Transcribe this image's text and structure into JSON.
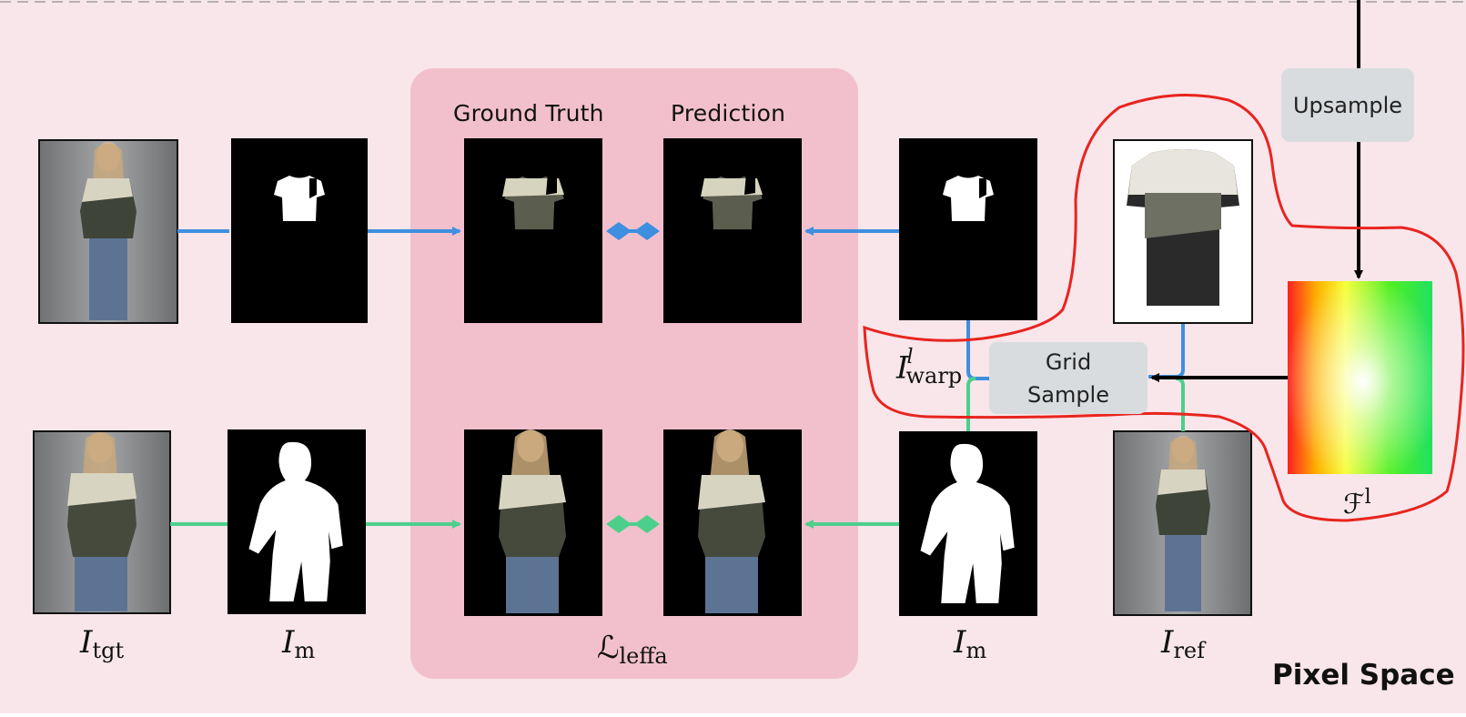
{
  "headers": {
    "ground_truth": "Ground Truth",
    "prediction": "Prediction"
  },
  "boxes": {
    "upsample": "Upsample",
    "grid_sample_line1": "Grid",
    "grid_sample_line2": "Sample"
  },
  "math_labels": {
    "I": "I",
    "tgt": "tgt",
    "m": "m",
    "ref": "ref",
    "warp": "warp",
    "l": "l",
    "L": "ℒ",
    "leffa": "leffa",
    "F": "ℱ"
  },
  "corner_label": "Pixel Space",
  "colors": {
    "background": "#f8e6ea",
    "leffa_panel": "#f2c0cc",
    "blue_arrow": "#3f8fe0",
    "green_arrow": "#4dcf8c",
    "highlight_outline": "#e8241f",
    "box_fill": "#d9dcde"
  },
  "images": {
    "row_top": [
      "person-photo",
      "garment-mask",
      "ground-truth-garment",
      "predicted-garment",
      "warped-garment-mask",
      "reference-garment-photo"
    ],
    "row_bottom": [
      "person-photo",
      "person-mask",
      "ground-truth-person",
      "predicted-person",
      "person-mask",
      "reference-person-photo"
    ],
    "flow_field": "color-flow-field"
  }
}
